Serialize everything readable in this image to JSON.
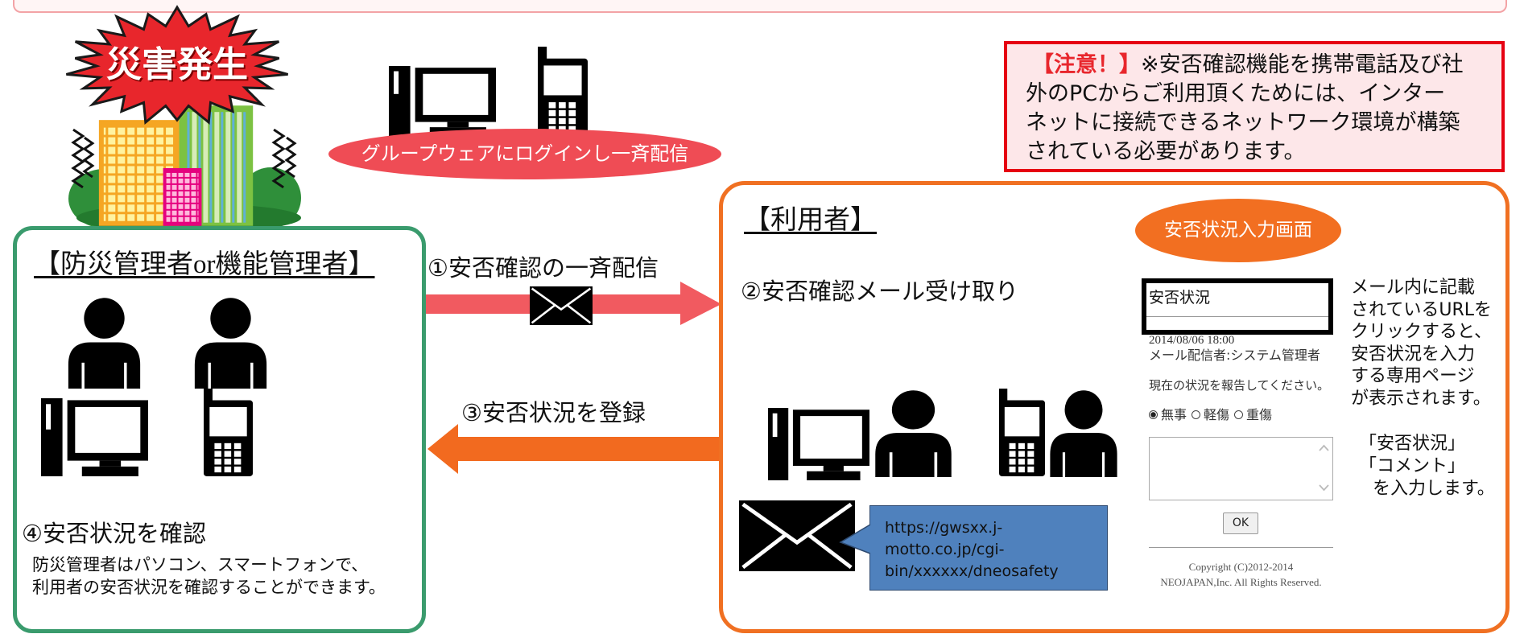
{
  "disaster": {
    "label": "災害発生"
  },
  "broadcast": {
    "label": "グループウェアにログインし一斉配信"
  },
  "notice": {
    "emphasis": "【注意！】",
    "lines": [
      "※安否確認機能を携帯電話及び社",
      "外のPCからご利用頂くためには、インター",
      "ネットに接続できるネットワーク環境が構築",
      "されている必要があります。"
    ]
  },
  "admin": {
    "title": "【防災管理者or機能管理者】",
    "step4_title": "④安否状況を確認",
    "description": [
      "防災管理者はパソコン、スマートフォンで、",
      "利用者の安否状況を確認することができます。"
    ]
  },
  "flows": {
    "step1": "①安否確認の一斉配信",
    "step3": "③安否状況を登録"
  },
  "user": {
    "title": "【利用者】",
    "screen_badge": "安否状況入力画面",
    "step2": "②安否確認メール受け取り",
    "url_lines": [
      "https://gwsxx.j-",
      "motto.co.jp/cgi-",
      "bin/xxxxxx/dneosafety"
    ],
    "url_note": [
      "メール内に記載",
      "されているURLを",
      "クリックすると、",
      "安否状況を入力",
      "する専用ページ",
      "が表示されます。"
    ],
    "input_note": [
      "「安否状況」",
      "「コメント」",
      "を入力します。"
    ]
  },
  "form": {
    "title": "安否状況",
    "datetime": "2014/08/06 18:00",
    "sender": "メール配信者:システム管理者",
    "prompt": "現在の状況を報告してください。",
    "options": [
      "無事",
      "軽傷",
      "重傷"
    ],
    "selected_index": 0,
    "ok_label": "OK",
    "copyright": [
      "Copyright (C)2012-2014",
      "NEOJAPAN,Inc. All Rights Reserved."
    ]
  },
  "icons": {
    "burst": "starburst-icon",
    "buildings": "buildings-icon",
    "pc": "pc-icon",
    "phone": "phone-icon",
    "person": "person-icon",
    "envelope": "envelope-icon",
    "scroll_up": "scroll-up-icon",
    "scroll_down": "scroll-down-icon"
  },
  "colors": {
    "alert_red": "#e8262c",
    "notice_border": "#e60012",
    "notice_fill": "#fde7e9",
    "broadcast_ellipse": "#ef4c55",
    "broadcast_arrow": "#f15a60",
    "register_arrow": "#f26a1f",
    "admin_green": "#3a9b6d",
    "user_orange": "#f07022",
    "screen_badge_orange": "#f26f21",
    "callout_blue": "#4f81bd"
  }
}
